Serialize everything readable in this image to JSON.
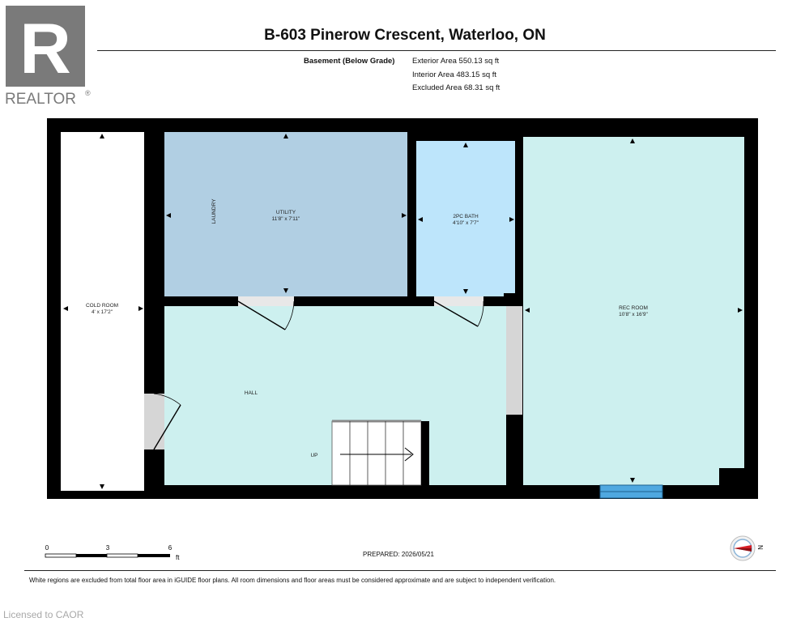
{
  "branding": {
    "logo_letter": "R",
    "logo_text": "REALTOR",
    "logo_mark": "®"
  },
  "header": {
    "title": "B-603 Pinerow Crescent, Waterloo, ON"
  },
  "area_summary": {
    "floor_label": "Basement (Below Grade)",
    "lines": [
      "Exterior Area 550.13 sq ft",
      "Interior Area 483.15 sq ft",
      "Excluded Area 68.31 sq ft"
    ]
  },
  "rooms": [
    {
      "name": "UTILITY",
      "dims": "11'8\" x 7'11\""
    },
    {
      "name": "2PC BATH",
      "dims": "4'10\" x 7'7\""
    },
    {
      "name": "REC ROOM",
      "dims": "10'8\" x 16'9\""
    },
    {
      "name": "COLD ROOM",
      "dims": "4' x 17'2\""
    },
    {
      "name": "HALL",
      "dims": ""
    }
  ],
  "labels": {
    "laundry": "LAUNDRY",
    "stairs": "UP"
  },
  "colors": {
    "wall": "#000000",
    "utility": "#b1cfe3",
    "bath": "#bde5fb",
    "hall": "#cdf0ef",
    "window": "#4fa8e0",
    "door_gap": "#d6d6d6"
  },
  "scale_bar": {
    "ticks": [
      "0",
      "3",
      "6"
    ],
    "unit": "ft"
  },
  "compass": {
    "label": "N",
    "icon": "compass-icon"
  },
  "footer": {
    "prepared": "PREPARED: 2026/05/21",
    "disclaimer": "White regions are excluded from total floor area in iGUIDE floor plans. All room dimensions and floor areas must be considered approximate and are subject to independent verification.",
    "licensed": "Licensed to CAOR"
  }
}
